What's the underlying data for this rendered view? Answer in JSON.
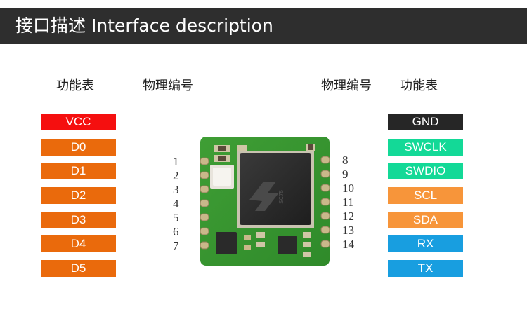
{
  "header": {
    "title": "接口描述  Interface description"
  },
  "columns": {
    "left_function": "功能表",
    "left_physical": "物理编号",
    "right_physical": "物理编号",
    "right_function": "功能表"
  },
  "left_pins": [
    {
      "label": "VCC",
      "color": "#f50f0f"
    },
    {
      "label": "D0",
      "color": "#ea6a0c"
    },
    {
      "label": "D1",
      "color": "#ea6a0c"
    },
    {
      "label": "D2",
      "color": "#ea6a0c"
    },
    {
      "label": "D3",
      "color": "#ea6a0c"
    },
    {
      "label": "D4",
      "color": "#ea6a0c"
    },
    {
      "label": "D5",
      "color": "#ea6a0c"
    }
  ],
  "right_pins": [
    {
      "label": "GND",
      "color": "#262626"
    },
    {
      "label": "SWCLK",
      "color": "#13d997"
    },
    {
      "label": "SWDIO",
      "color": "#13d997"
    },
    {
      "label": "SCL",
      "color": "#f7953a"
    },
    {
      "label": "SDA",
      "color": "#f7953a"
    },
    {
      "label": "RX",
      "color": "#189ee0"
    },
    {
      "label": "TX",
      "color": "#189ee0"
    }
  ],
  "left_numbers": [
    "1",
    "2",
    "3",
    "4",
    "5",
    "6",
    "7"
  ],
  "right_numbers": [
    "8",
    "9",
    "10",
    "11",
    "12",
    "13",
    "14"
  ],
  "module_icon": "stm-module-icon"
}
